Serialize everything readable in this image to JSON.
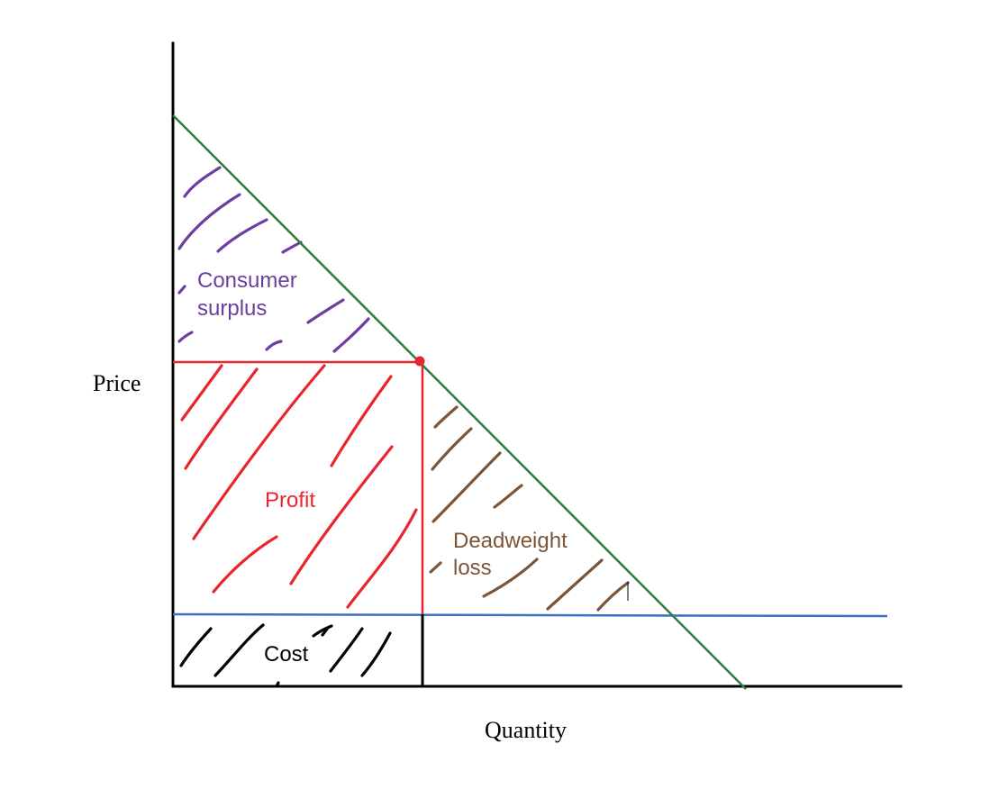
{
  "axes": {
    "y_title": "Price",
    "x_title": "Quantity"
  },
  "regions": {
    "consumer_surplus": {
      "line1": "Consumer",
      "line2": "surplus"
    },
    "profit": {
      "label": "Profit"
    },
    "deadweight_loss": {
      "line1": "Deadweight",
      "line2": "loss"
    },
    "cost": {
      "label": "Cost"
    }
  },
  "colors": {
    "demand_line": "#2e7d3e",
    "cost_line": "#3a6fc4",
    "profit": "#e8262d",
    "consumer_surplus": "#6a3fa0",
    "deadweight_loss": "#7b5538",
    "cost": "#000000",
    "axes": "#000000"
  }
}
